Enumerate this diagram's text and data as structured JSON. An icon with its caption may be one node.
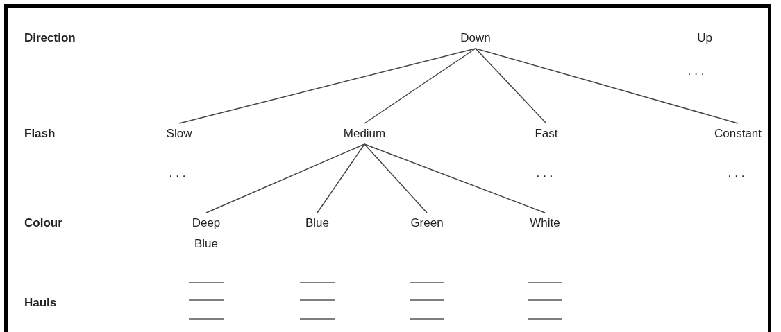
{
  "diagram": {
    "nodes": [
      {
        "text": [
          "Down"
        ]
      },
      {
        "text": [
          "Up"
        ]
      },
      {
        "text": [
          "Slow"
        ]
      },
      {
        "text": [
          "Medium"
        ]
      },
      {
        "text": [
          "Fast"
        ]
      },
      {
        "text": [
          "Constant"
        ]
      },
      {
        "text": [
          "Deep Blue"
        ]
      },
      {
        "text": [
          "Blue"
        ]
      },
      {
        "text": [
          "Green"
        ]
      },
      {
        "text": [
          "White"
        ]
      }
    ],
    "edges": [
      {
        "from": 0,
        "to": 2,
        "arrow": "none"
      },
      {
        "from": 0,
        "to": 3,
        "arrow": "none"
      },
      {
        "from": 0,
        "to": 4,
        "arrow": "none"
      },
      {
        "from": 0,
        "to": 5,
        "arrow": "none"
      },
      {
        "from": 3,
        "to": 6,
        "arrow": "none"
      },
      {
        "from": 3,
        "to": 7,
        "arrow": "none"
      },
      {
        "from": 3,
        "to": 8,
        "arrow": "none"
      },
      {
        "from": 3,
        "to": 9,
        "arrow": "none"
      }
    ],
    "labels": [
      "Direction",
      "...",
      "Flash",
      "...",
      "...",
      "...",
      "Colour",
      "Hauls"
    ]
  }
}
